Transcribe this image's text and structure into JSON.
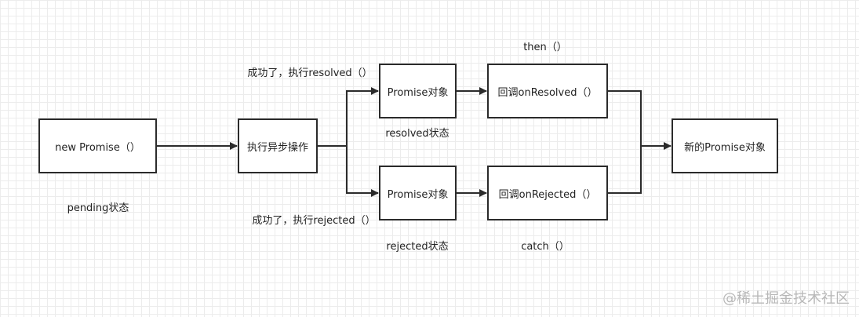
{
  "nodes": {
    "new_promise": "new Promise（）",
    "async_op": "执行异步操作",
    "promise_resolved": "Promise对象",
    "promise_rejected": "Promise对象",
    "on_resolved": "回调onResolved（）",
    "on_rejected": "回调onRejected（）",
    "new_promise_obj": "新的Promise对象"
  },
  "labels": {
    "pending": "pending状态",
    "resolve_call": "成功了，执行resolved（）",
    "reject_call": "成功了，执行rejected（）",
    "resolved_state": "resolved状态",
    "rejected_state": "rejected状态",
    "then": "then（）",
    "catch": "catch（）"
  },
  "watermark": "@稀土掘金技术社区"
}
